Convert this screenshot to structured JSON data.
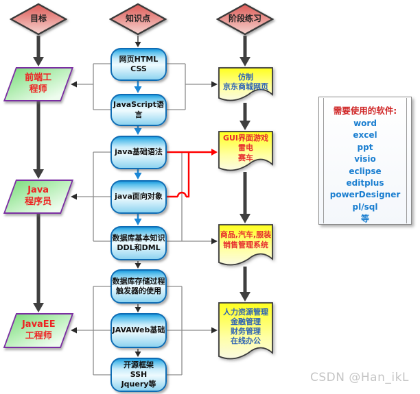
{
  "diagram": {
    "headers": {
      "goal": "目标",
      "knowledge": "知识点",
      "practice": "阶段练习"
    },
    "roles": [
      {
        "label": "前端工\n程师"
      },
      {
        "label": "Java\n程序员"
      },
      {
        "label": "JavaEE\n工程师"
      }
    ],
    "knowledge": [
      {
        "label": "网页HTML\nCSS"
      },
      {
        "label": "JavaScript语言"
      },
      {
        "label": "java基础语法"
      },
      {
        "label": "java面向对象"
      },
      {
        "label": "数据库基本知识\nDDL和DML"
      },
      {
        "label": "数据库存储过程\n触发器的使用"
      },
      {
        "label": "JAVAWeb基础"
      },
      {
        "label": "开源框架\nSSH\nJquery等"
      }
    ],
    "practice": [
      {
        "label": "仿制\n京东商城网页",
        "color": "blue"
      },
      {
        "label": "GUI界面游戏\n雷电\n赛车",
        "color": "red"
      },
      {
        "label": "商品,汽车,服装\n销售管理系统",
        "color": "red"
      },
      {
        "label": "人力资源管理\n金融管理\n财务管理\n在线办公",
        "color": "blue"
      }
    ],
    "software": {
      "title": "需要使用的软件:",
      "items": [
        "word",
        "excel",
        "ppt",
        "visio",
        "eclipse",
        "editplus",
        "powerDesigner",
        "pl/sql",
        "等"
      ]
    },
    "colors": {
      "diamond_fill_top": "#e0605c",
      "diamond_fill_bottom": "#f6d3cf",
      "knowledge_border": "#0e6cb4",
      "knowledge_fill": "#8ed3f0",
      "role_border": "#7b2fa2",
      "role_fill": "#86df86",
      "role_text": "#ee2222",
      "doc_fill": "#ffff22",
      "doc_text_red": "#e62e2e",
      "doc_text_blue": "#2e63b5",
      "red_connector": "#ff0000",
      "software_title_color": "#cf2525",
      "software_item_color": "#1a7ed0",
      "watermark_color": "#c5c5c5"
    }
  },
  "watermark": {
    "text": "CSDN @Han_ikL"
  }
}
